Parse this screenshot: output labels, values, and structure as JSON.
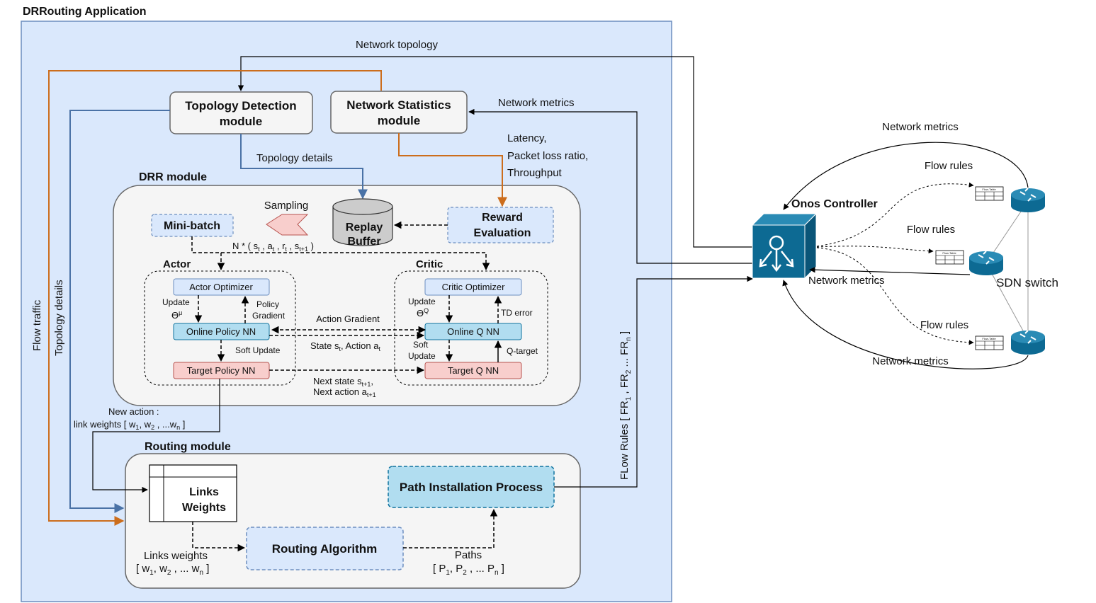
{
  "app": {
    "title": "DRRouting Application"
  },
  "modules": {
    "topology": {
      "line1": "Topology Detection",
      "line2": "module"
    },
    "netstats": {
      "line1": "Network Statistics",
      "line2": "module"
    },
    "drr": {
      "title": "DRR module",
      "sampling": "Sampling",
      "minibatch": "Mini-batch",
      "replay": {
        "line1": "Replay",
        "line2": "Buffer"
      },
      "reward": {
        "line1": "Reward",
        "line2": "Evaluation"
      },
      "sample_tuple": "N * ( s",
      "actor": {
        "title": "Actor",
        "optimizer": "Actor Optimizer",
        "online": "Online Policy NN",
        "target": "Target Policy NN",
        "update": "Update",
        "theta": "ϴ",
        "theta_sup": "μ",
        "policy_gradient_1": "Policy",
        "policy_gradient_2": "Gradient",
        "soft_update": "Soft Update"
      },
      "critic": {
        "title": "Critic",
        "optimizer": "Critic Optimizer",
        "online": "Online Q NN",
        "target": "Target Q NN",
        "update": "Update",
        "theta": "ϴ",
        "theta_sup": "Q",
        "td_error": "TD error",
        "soft_update_1": "Soft",
        "soft_update_2": "Update",
        "q_target": "Q-target"
      },
      "action_gradient": "Action Gradient",
      "state_action": "State s",
      "next_state": "Next state s",
      "next_action": "Next action a"
    },
    "routing": {
      "title": "Routing module",
      "links_weights": {
        "line1": "Links",
        "line2": "Weights"
      },
      "algorithm": "Routing Algorithm",
      "path_install": "Path Installation Process",
      "links_weights_label": "Links weights",
      "links_weights_vector": "[ w",
      "paths_label": "Paths",
      "paths_vector": "[ P"
    }
  },
  "labels": {
    "network_topology": "Network topology",
    "network_metrics": "Network metrics",
    "topology_details": "Topology details",
    "latency": "Latency,",
    "packet_loss": "Packet loss ratio,",
    "throughput": "Throughput",
    "flow_traffic": "Flow traffic",
    "topology_details_vertical": "Topology details",
    "new_action": "New action :",
    "link_weights_vector": "link weights [ w",
    "flow_rules_vertical": "FLow Rules [ FR"
  },
  "network": {
    "controller": "Onos Controller",
    "sdn_switch": "SDN switch",
    "flow_rules": "Flow rules",
    "network_metrics": "Network metrics",
    "flow_table": "Flow-Table"
  },
  "colors": {
    "app_bg": "#dae8fc",
    "app_border": "#6c8ebf",
    "orange": "#cc6d1c",
    "blue": "#4a72a6",
    "switch": "#0d6a93",
    "light_box": "#dae8fc",
    "teal_box": "#b1ddf0",
    "pink_box": "#f8cecc"
  }
}
